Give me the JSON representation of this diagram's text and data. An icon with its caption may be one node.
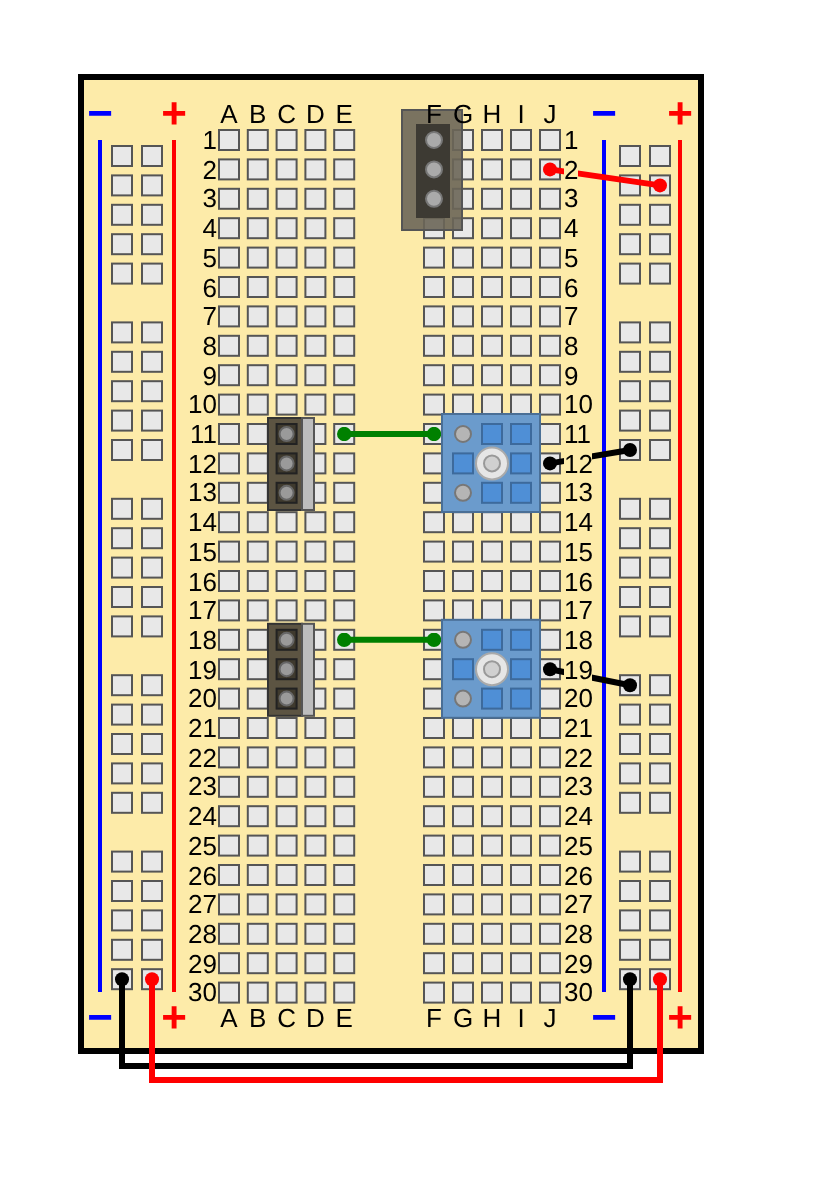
{
  "diagram": {
    "nodes": [
      {
        "text": [],
        "shape": "box"
      },
      {
        "text": [],
        "shape": "box"
      },
      {
        "text": [],
        "shape": "box"
      },
      {
        "text": [],
        "shape": "box"
      }
    ],
    "edges": [
      {
        "from": 0,
        "to": 1,
        "arrow": "other",
        "color": "#008000"
      },
      {
        "from": 2,
        "to": 3,
        "arrow": "other",
        "color": "#008000"
      }
    ],
    "labels": [
      "−",
      "+",
      "A",
      "B",
      "C",
      "D",
      "E",
      "F",
      "G",
      "H",
      "I",
      "J",
      "−",
      "+",
      "1",
      "1",
      "2",
      "2",
      "3",
      "3",
      "4",
      "4",
      "5",
      "5",
      "6",
      "6",
      "7",
      "7",
      "8",
      "8",
      "9",
      "9",
      "10",
      "10",
      "11",
      "11",
      "12",
      "12",
      "13",
      "13",
      "14",
      "14",
      "15",
      "15",
      "16",
      "16",
      "17",
      "17",
      "18",
      "18",
      "19",
      "19",
      "20",
      "20",
      "21",
      "21",
      "22",
      "22",
      "23",
      "23",
      "24",
      "24",
      "25",
      "25",
      "26",
      "26",
      "27",
      "27",
      "28",
      "28",
      "29",
      "29",
      "30",
      "30",
      "−",
      "+",
      "A",
      "B",
      "C",
      "D",
      "E",
      "F",
      "G",
      "H",
      "I",
      "J",
      "−",
      "+"
    ]
  }
}
